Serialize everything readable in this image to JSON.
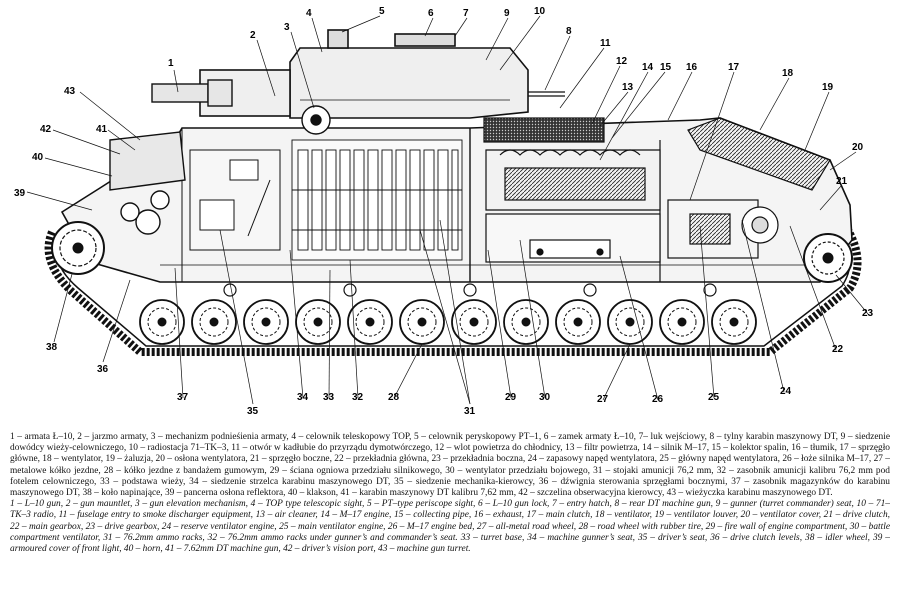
{
  "callouts": [
    "1",
    "2",
    "3",
    "4",
    "5",
    "6",
    "7",
    "8",
    "9",
    "10",
    "11",
    "12",
    "13",
    "14",
    "15",
    "16",
    "17",
    "18",
    "19",
    "20",
    "21",
    "22",
    "23",
    "24",
    "25",
    "26",
    "27",
    "28",
    "29",
    "30",
    "31",
    "32",
    "33",
    "34",
    "35",
    "36",
    "37",
    "38",
    "39",
    "40",
    "41",
    "42",
    "43"
  ],
  "caption": {
    "polish": "1 – armata Ł–10, 2 – jarzmo armaty, 3 – mechanizm podnieśienia armaty, 4 – celownik teleskopowy TOP, 5 – celownik peryskopowy PT–1, 6 – zamek armaty Ł–10, 7– luk wejściowy, 8 – tylny karabin maszynowy DT, 9 – siedzenie dowódcy wieży-celowniczego, 10 – radiostacja 71–TK–3, 11 – otwór w kadłubie do przyrządu dymotwórczego, 12 – wlot powietrza do chłodnicy, 13 – filtr powietrza, 14 – silnik M–17, 15 – kolektor spalin, 16 – tłumik, 17 – sprzęgło główne, 18 – wentylator, 19 – żaluzja, 20 – osłona wentylatora, 21 – sprzęgło boczne, 22 – przekładnia główna, 23 – przekładnia boczna, 24 – zapasowy napęd wentylatora, 25 – główny napęd wentylatora, 26 – łoże silnika M–17, 27 – metalowe kółko jezdne, 28 – kółko jezdne z bandażem gumowym, 29 – ściana ogniowa przedziału silnikowego, 30 – wentylator przedziału bojowego, 31 – stojaki amunicji 76,2 mm, 32 – zasobnik amunicji kalibru 76,2 mm pod fotelem celowniczego, 33 – podstawa wieży, 34 – siedzenie strzelca karabinu maszynowego DT, 35 – siedzenie mechanika-kierowcy, 36 – dźwignia sterowania sprzęgłami bocznymi, 37 – zasobnik magazynków do karabinu maszynowego DT, 38 – koło napinające, 39 – pancerna osłona reflektora, 40 – klakson, 41 – karabin maszynowy DT kalibru 7,62 mm, 42 – szczelina obserwacyjna kierowcy, 43 – wieżyczka karabinu maszynowego DT.",
    "english": "1 – L–10 gun, 2 – gun mauntlet, 3 – gun elevation mechanism, 4 – TOP type telescopic sight, 5 – PT–type periscope sight, 6 – L–10 gun lock, 7 – entry hatch, 8 – rear DT machine gun, 9 – gunner (turret commander) seat, 10 – 71–TK–3 radio, 11 – fuselage entry to smoke discharger equipment, 13 – air cleaner, 14 – M–17 engine, 15 – collecting pipe, 16 – exhaust, 17 – main clutch, 18 – ventilator, 19 – ventilator louver, 20 – ventilator cover, 21 – drive clutch, 22 – main gearbox, 23 – drive gearbox, 24 – reserve ventilator engine, 25 – main ventilator engine, 26 – M–17 engine bed, 27 – all-metal road wheel, 28 – road wheel with rubber tire, 29 – fire wall of engine compartment, 30 – battle compartment ventilator, 31 – 76.2mm ammo racks, 32 – 76.2mm ammo racks under gunner’s and commander’s seat. 33 – turret base, 34 – machine gunner’s seat, 35 – driver’s seat, 36 – drive clutch levels, 38 – idler wheel, 39 – armoured cover of front light, 40 – horn, 41 – 7.62mm DT machine gun, 42 – driver’s vision port, 43 – machine gun turret."
  }
}
